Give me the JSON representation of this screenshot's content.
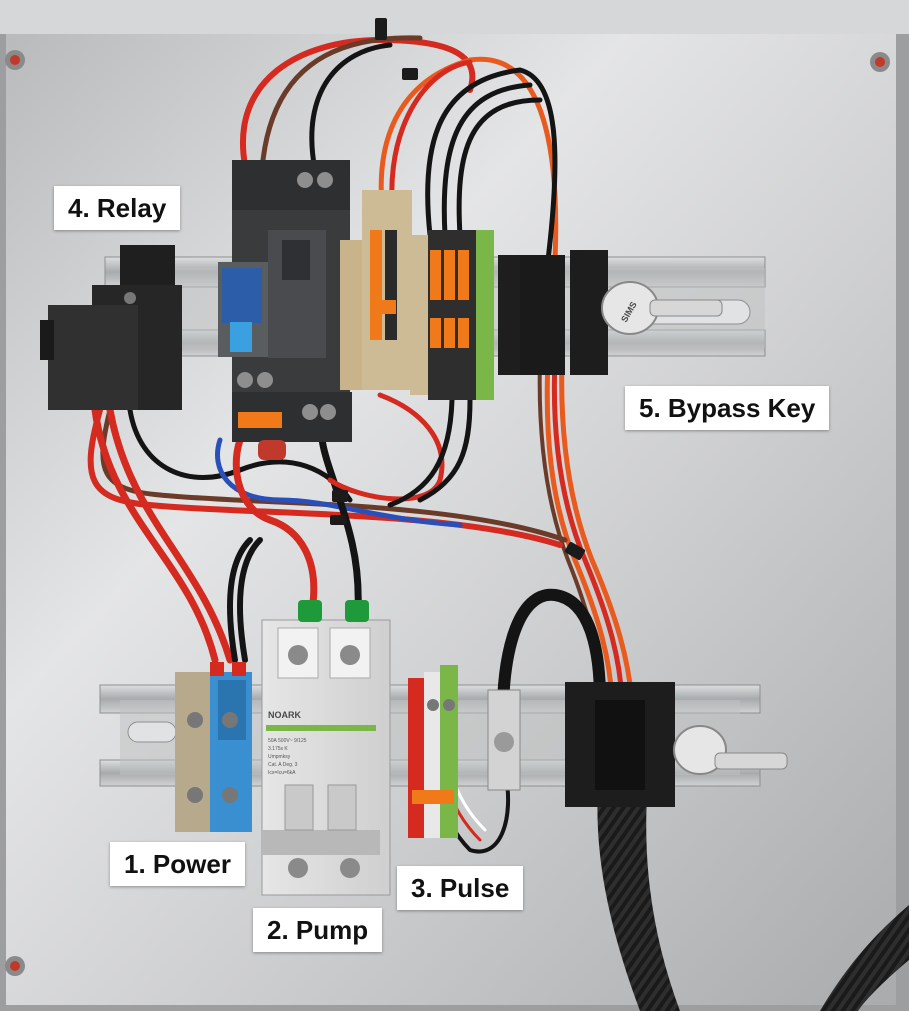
{
  "labels": {
    "relay": "4. Relay",
    "bypass_key": "5. Bypass Key",
    "power": "1. Power",
    "pump": "2. Pump",
    "pulse": "3. Pulse"
  },
  "breaker": {
    "brand": "NOARK",
    "spec_line1": "50A  500V~  9/125",
    "spec_line2": "3.175s  K",
    "spec_line3": "Umpmksy",
    "spec_line4": "Cat. A  Deg. 3",
    "spec_line5": "Ics=Icu=6kA"
  },
  "key_brand": "SIMS",
  "colors": {
    "panel": "#c9cacb",
    "rail": "#b3b5b6",
    "wire_red": "#d42a20",
    "wire_orange": "#e85a1e",
    "wire_black": "#141414",
    "wire_brown": "#6b3b2a",
    "wire_blue": "#2a4fb8",
    "terminal_orange": "#f07a1a",
    "terminal_blue": "#3a8fd0",
    "terminal_green": "#7ab648"
  }
}
